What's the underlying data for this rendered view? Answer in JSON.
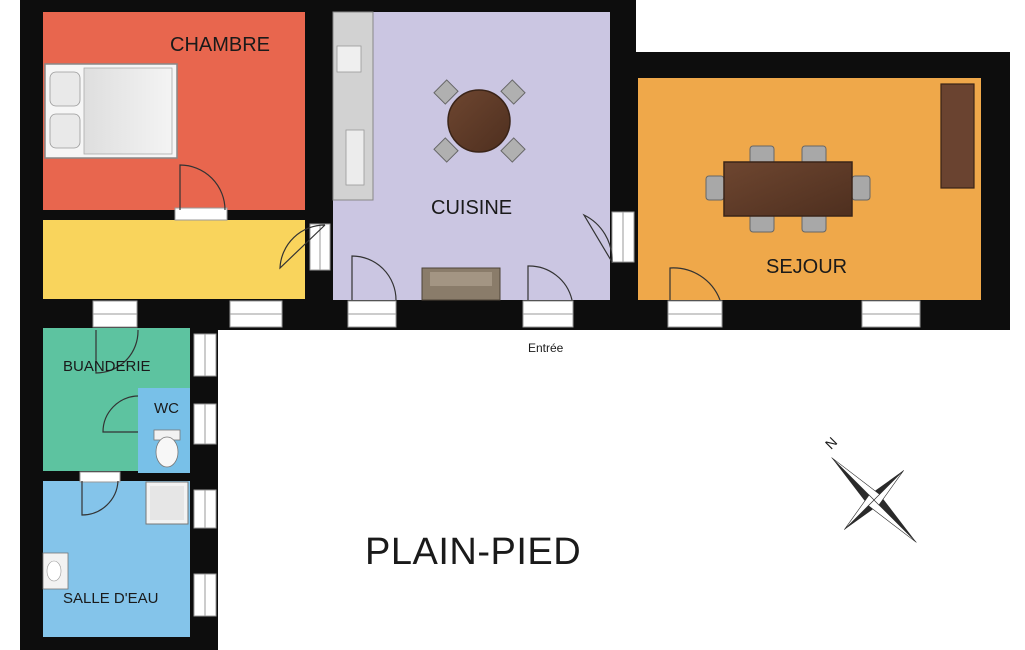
{
  "plan": {
    "level_title": "PLAIN-PIED",
    "entrance_label": "Entrée",
    "compass_label": "N",
    "rooms": [
      {
        "id": "chambre",
        "label": "CHAMBRE",
        "color": "#E8664E"
      },
      {
        "id": "couloir",
        "label": "",
        "color": "#F9D45C"
      },
      {
        "id": "cuisine",
        "label": "CUISINE",
        "color": "#CBC6E2"
      },
      {
        "id": "sejour",
        "label": "SEJOUR",
        "color": "#EFA84A"
      },
      {
        "id": "buanderie",
        "label": "BUANDERIE",
        "color": "#5DC3A0"
      },
      {
        "id": "wc",
        "label": "WC",
        "color": "#78C0E8"
      },
      {
        "id": "salle-deau",
        "label": "SALLE D'EAU",
        "color": "#84C4EA"
      }
    ],
    "wall_color": "#0d0d0d"
  }
}
